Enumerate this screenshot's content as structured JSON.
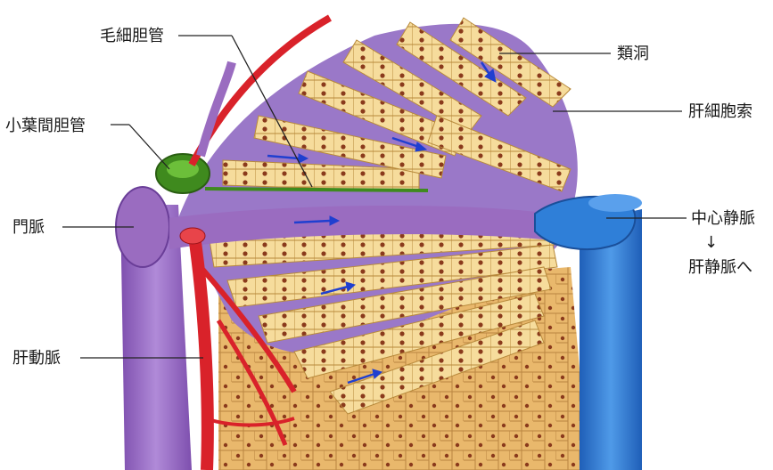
{
  "labels": {
    "bile_canaliculus": "毛細胆管",
    "sinusoid": "類洞",
    "interlobular_bile_duct": "小葉間胆管",
    "hepatic_cord": "肝細胞索",
    "portal_vein": "門脈",
    "central_vein": "中心静脈",
    "arrow_down": "↓",
    "to_hepatic_vein": "肝静脈へ",
    "hepatic_artery": "肝動脈"
  },
  "colors": {
    "hepatocyte": "#f4d48c",
    "hepatocyte_edge": "#b88a3c",
    "nucleus": "#8a3a1c",
    "sinusoid": "#9a78c8",
    "portal_vein": "#9a6cc0",
    "central_vein": "#2f7fd8",
    "artery": "#d9222a",
    "bile_duct": "#3f8a1e",
    "background_tissue": "#e7b56a"
  },
  "icons": [
    "arrow-down-icon",
    "flow-arrow-icon"
  ]
}
